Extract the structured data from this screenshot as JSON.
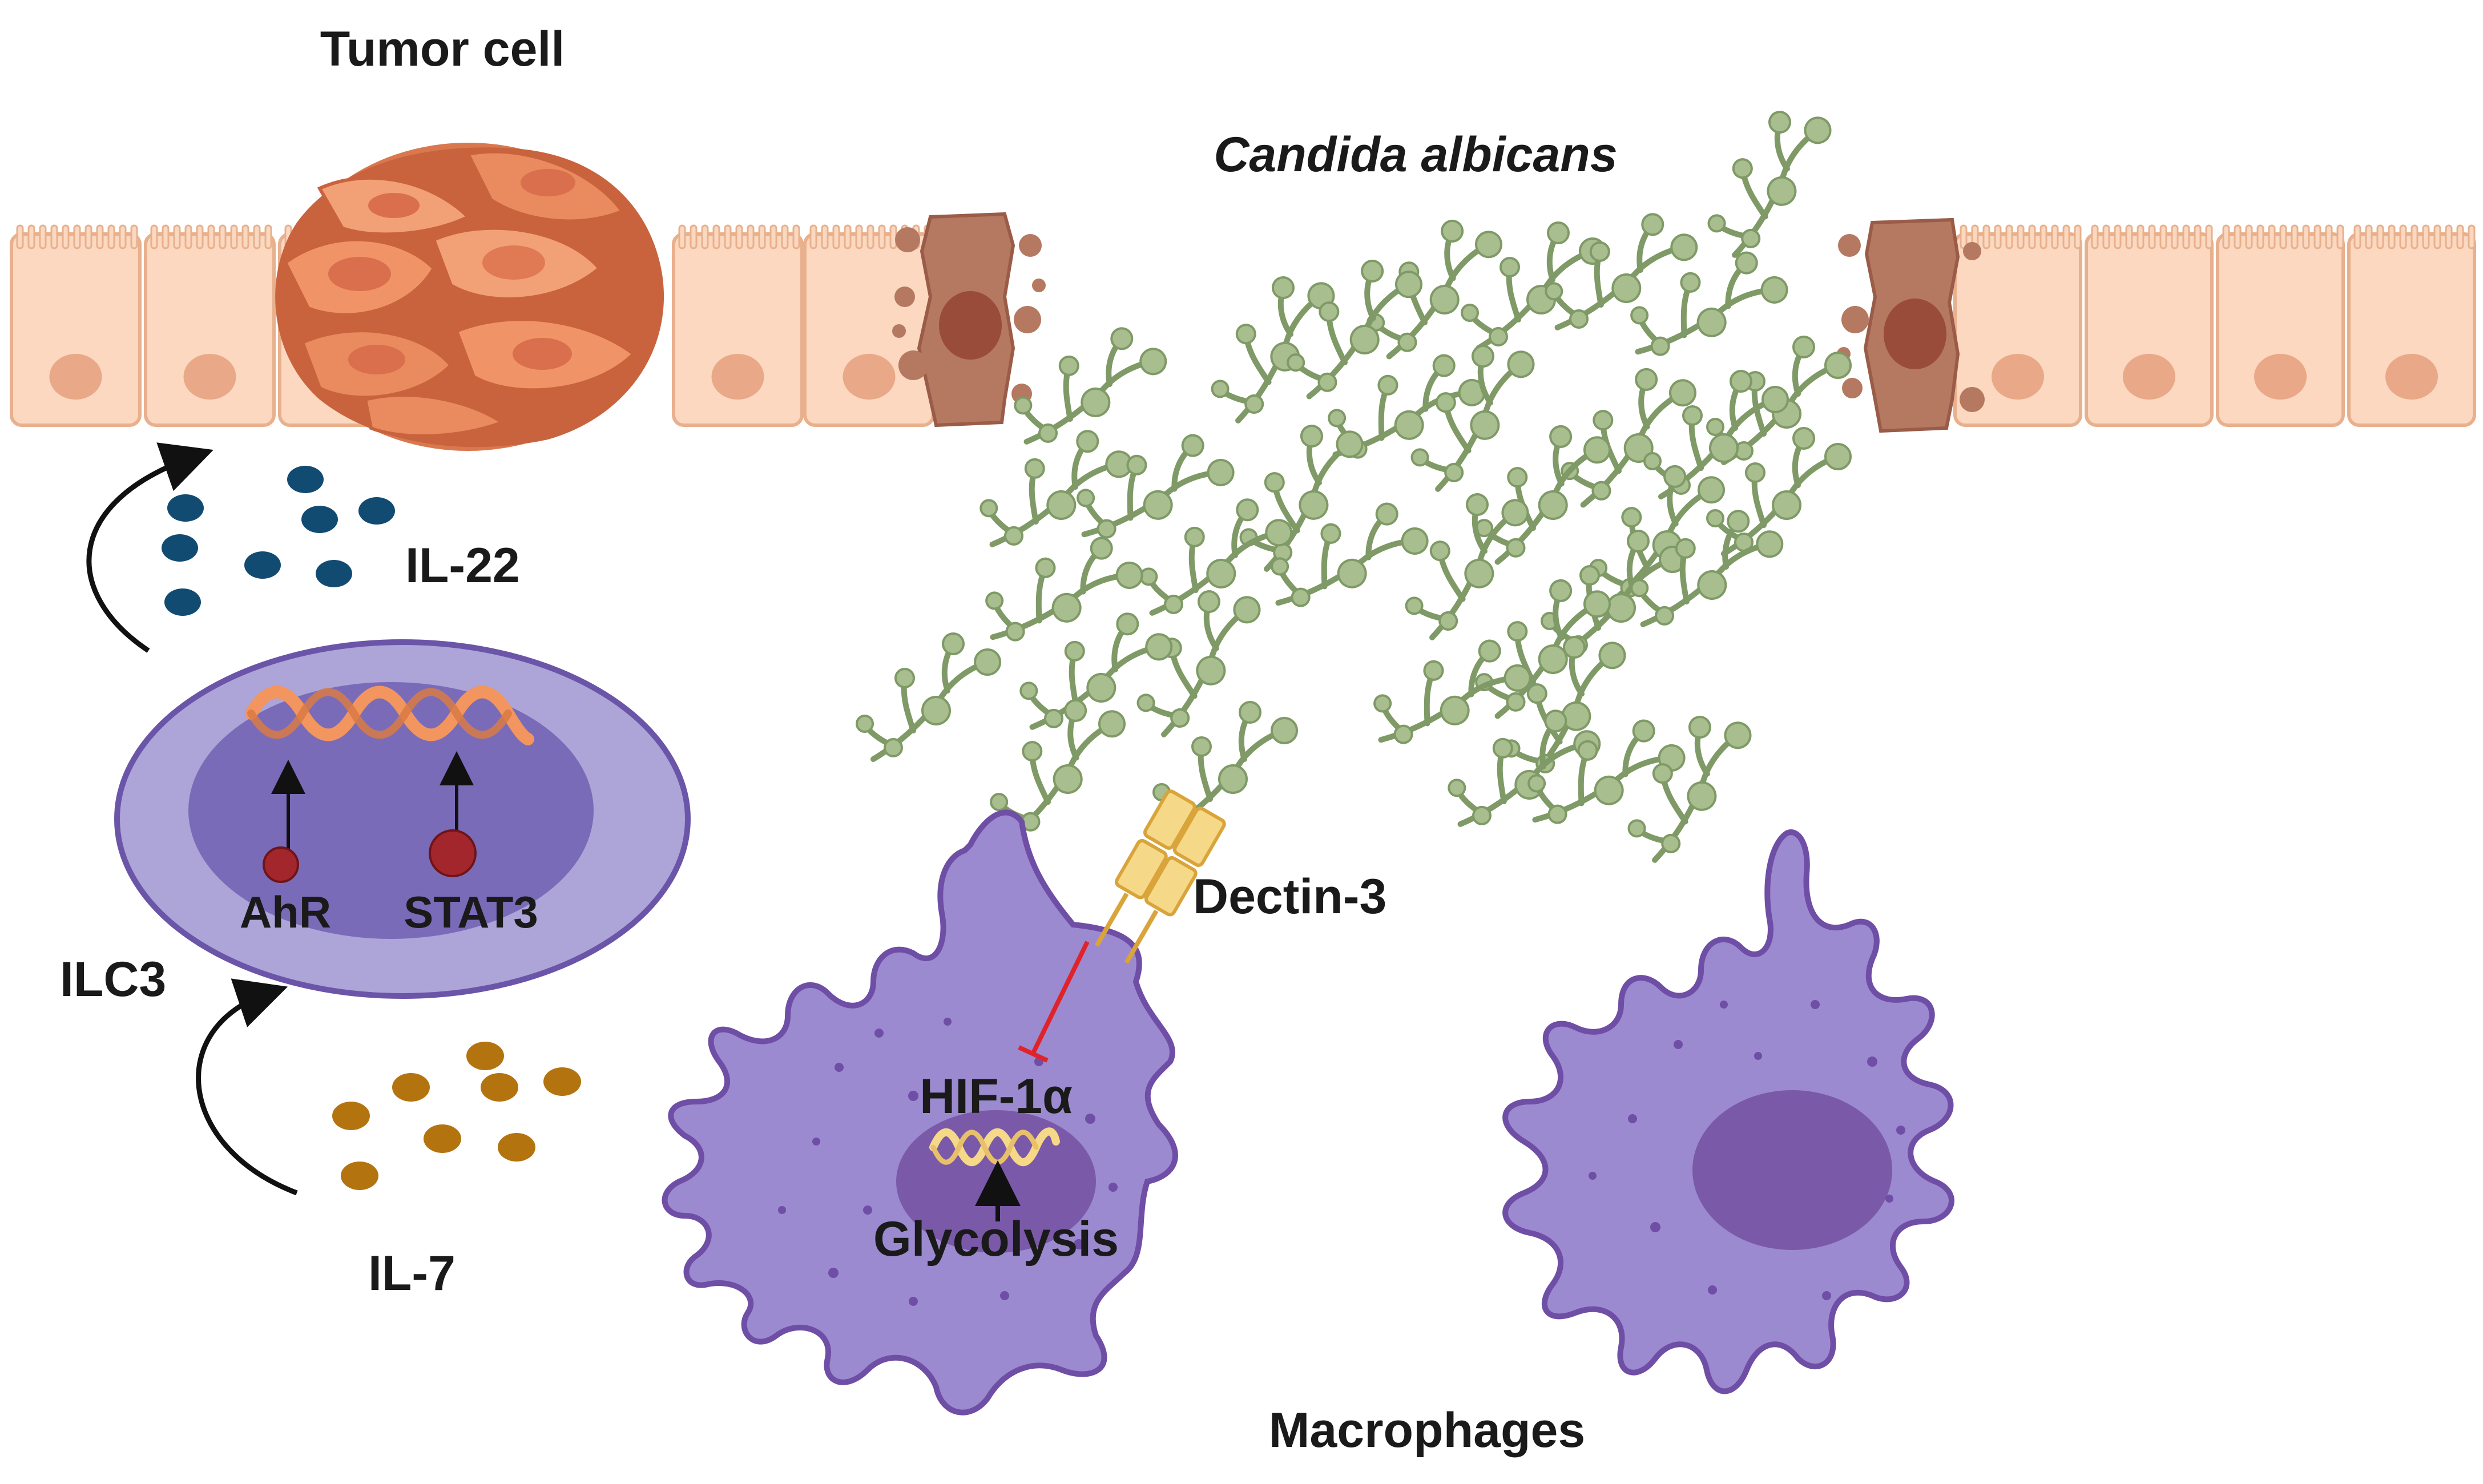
{
  "labels": {
    "tumor_cell": "Tumor cell",
    "candida": "Candida albicans",
    "il22": "IL-22",
    "ilc3": "ILC3",
    "ahr": "AhR",
    "stat3": "STAT3",
    "il7": "IL-7",
    "dectin3": "Dectin-3",
    "hif1a": "HIF-1α",
    "glycolysis": "Glycolysis",
    "macrophages": "Macrophages"
  },
  "colors": {
    "epithelium_fill": "#fbd8bf",
    "epithelium_stroke": "#e8b08d",
    "epithelium_nucleus": "#e9a887",
    "tumor_fill": "#e98a5f",
    "tumor_dark": "#c9633d",
    "tumor_nucleus": "#d96f4d",
    "lesion": "#b57860",
    "lesion_core": "#9a4c3b",
    "il22_dot": "#124b72",
    "il7_dot": "#b37410",
    "ilc3_outer": "#ada4d8",
    "ilc3_inner": "#7a6bb8",
    "ilc3_stroke": "#6b55a8",
    "dna_orange": "#f2955e",
    "tf_red": "#a3262c",
    "candida_green": "#a8be8f",
    "candida_stroke": "#7f9a66",
    "macrophage_fill": "#9c8ad0",
    "macrophage_stroke": "#6f4ea6",
    "macrophage_nucleus": "#7a5aa8",
    "dectin_yellow": "#f6d889",
    "dectin_stroke": "#d9a43a",
    "inhibit_red": "#e0232a",
    "arrow_black": "#111111"
  },
  "icons": [
    "tumor-cell-cluster-icon",
    "epithelial-cell-icon",
    "candida-hyphae-icon",
    "ilc3-cell-icon",
    "macrophage-icon",
    "dectin-3-receptor-icon",
    "dna-helix-icon",
    "cytokine-dot-icon"
  ]
}
